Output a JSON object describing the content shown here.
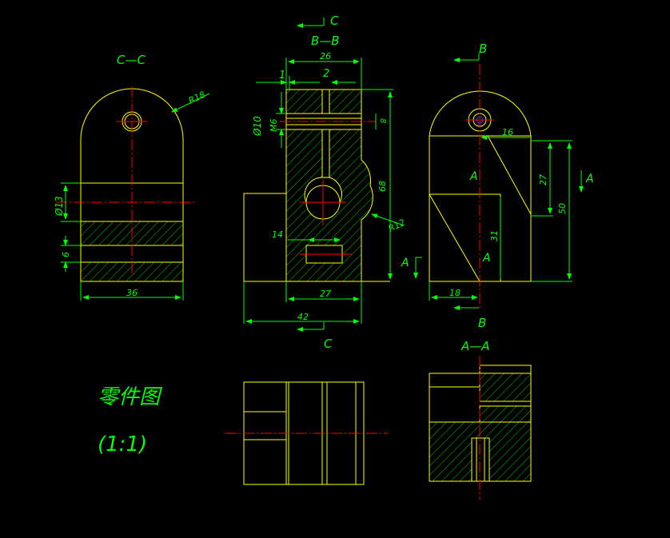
{
  "colors": {
    "background": "#000000",
    "outline": "#ffff00",
    "dimension": "#00ff00",
    "centerline": "#ff0000",
    "hatch": "#00ff00"
  },
  "views": {
    "cc_title": "C—C",
    "bb_title": "B—B",
    "aa_title": "A—A",
    "c_arrow_top": "C",
    "c_arrow_bottom": "C",
    "b_arrow_top": "B",
    "b_arrow_bottom": "B",
    "a_label_front": "A",
    "a_label_side_upper": "A",
    "a_label_side_right": "A",
    "a_label_side_lower": "A"
  },
  "dims": {
    "r18": "R18",
    "d13": "Ø13",
    "six": "6",
    "w36": "36",
    "w26": "26",
    "one": "1",
    "two": "2",
    "d10": "Ø10",
    "m6": "M6",
    "eight": "8",
    "h68": "68",
    "r12": "R12",
    "fourteen": "14",
    "w27": "27",
    "w42": "42",
    "sixteen": "16",
    "h27": "27",
    "h50": "50",
    "h31": "31",
    "w18": "18"
  },
  "title_block": {
    "name": "零件图",
    "scale": "(1:1)"
  }
}
